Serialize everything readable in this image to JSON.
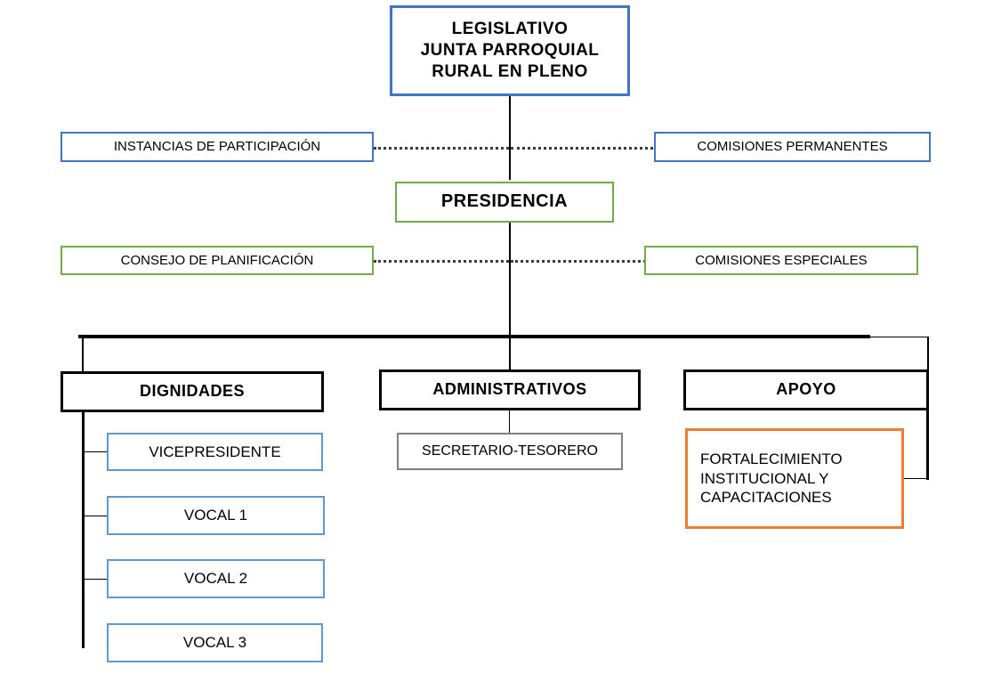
{
  "diagram": {
    "title": "Organigrama Junta Parroquial Rural",
    "colors": {
      "blue_dark": "#4472C4",
      "blue_light": "#5B9BD5",
      "green": "#70AD47",
      "orange": "#ED7D31",
      "gray": "#808080",
      "black": "#000000"
    }
  },
  "nodes": {
    "legislativo": {
      "label": "LEGISLATIVO\nJUNTA PARROQUIAL\nRURAL EN PLENO"
    },
    "instancias_participacion": {
      "label": "INSTANCIAS  DE  PARTICIPACIÓN"
    },
    "comisiones_permanentes": {
      "label": "COMISIONES  PERMANENTES"
    },
    "presidencia": {
      "label": "PRESIDENCIA"
    },
    "consejo_planificacion": {
      "label": "CONSEJO DE PLANIFICACIÓN"
    },
    "comisiones_especiales": {
      "label": "COMISIONES  ESPECIALES"
    },
    "dignidades": {
      "label": "DIGNIDADES"
    },
    "administrativos": {
      "label": "ADMINISTRATIVOS"
    },
    "apoyo": {
      "label": "APOYO"
    },
    "vicepresidente": {
      "label": "VICEPRESIDENTE"
    },
    "vocal_1": {
      "label": "VOCAL 1"
    },
    "vocal_2": {
      "label": "VOCAL 2"
    },
    "vocal_3": {
      "label": "VOCAL 3"
    },
    "secretario_tesorero": {
      "label": "SECRETARIO-TESORERO"
    },
    "fortalecimiento": {
      "label": "FORTALECIMIENTO\nINSTITUCIONAL   Y\nCAPACITACIONES"
    }
  }
}
